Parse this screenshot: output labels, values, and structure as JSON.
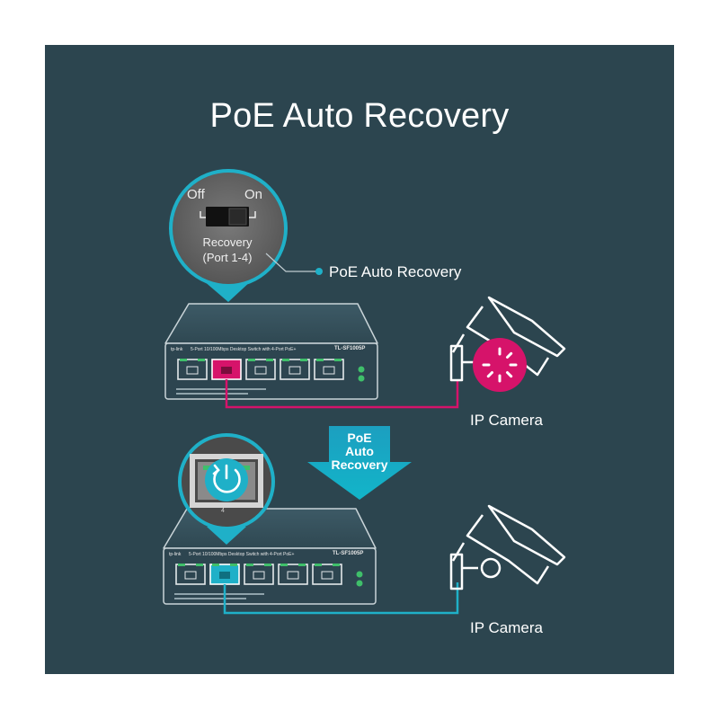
{
  "title": "PoE Auto Recovery",
  "switch_toggle": {
    "off": "Off",
    "on": "On",
    "label_line1": "Recovery",
    "label_line2": "(Port 1-4)"
  },
  "callout": "PoE Auto Recovery",
  "arrow": {
    "line1": "PoE",
    "line2": "Auto",
    "line3": "Recovery"
  },
  "camera_label": "IP Camera",
  "switch": {
    "brand": "tp-link",
    "description": "5-Port 10/100Mbps Desktop Switch with 4-Port PoE+",
    "model": "TL-SF1005P"
  },
  "zoom_port_number": "4",
  "colors": {
    "background": "#2c454f",
    "accent_cyan": "#1fb0c8",
    "fault_pink": "#d6136a",
    "switch_body": "#2d4550"
  }
}
